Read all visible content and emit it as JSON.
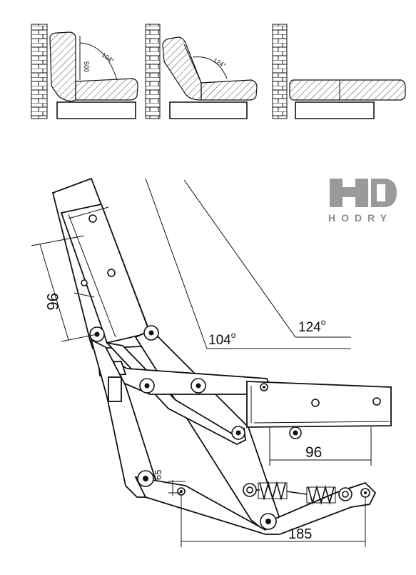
{
  "brand": {
    "name": "HODRY",
    "logo_color": "#9a9a9a"
  },
  "sofa_diagrams": [
    {
      "id": "pos-104",
      "angle_label": "104°",
      "height_label": "500"
    },
    {
      "id": "pos-124",
      "angle_label": "124°"
    },
    {
      "id": "pos-bed"
    }
  ],
  "mechanism": {
    "angle_a": "104",
    "angle_b": "124",
    "degree_symbol": "o",
    "dim_backrest": "96",
    "dim_seat": "96",
    "dim_small": "65",
    "dim_base": "185"
  },
  "colors": {
    "ink": "#111111",
    "background": "#ffffff"
  }
}
